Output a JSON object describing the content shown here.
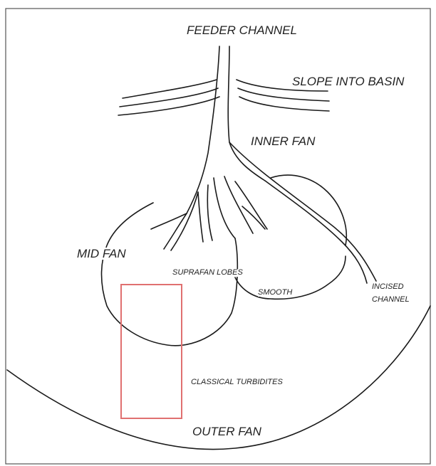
{
  "labels": {
    "feeder_channel": "FEEDER CHANNEL",
    "slope_into_basin": "SLOPE INTO BASIN",
    "inner_fan": "INNER FAN",
    "mid_fan": "MID FAN",
    "suprafan_lobes": "SUPRAFAN LOBES",
    "smooth": "SMOOTH",
    "incised_channel_line1": "INCISED",
    "incised_channel_line2": "CHANNEL",
    "classical_turbidites": "CLASSICAL TURBIDITES",
    "outer_fan": "OUTER FAN"
  },
  "colors": {
    "line": "#1a1a1a",
    "frame": "#555555",
    "highlight_box": "#e07070"
  }
}
